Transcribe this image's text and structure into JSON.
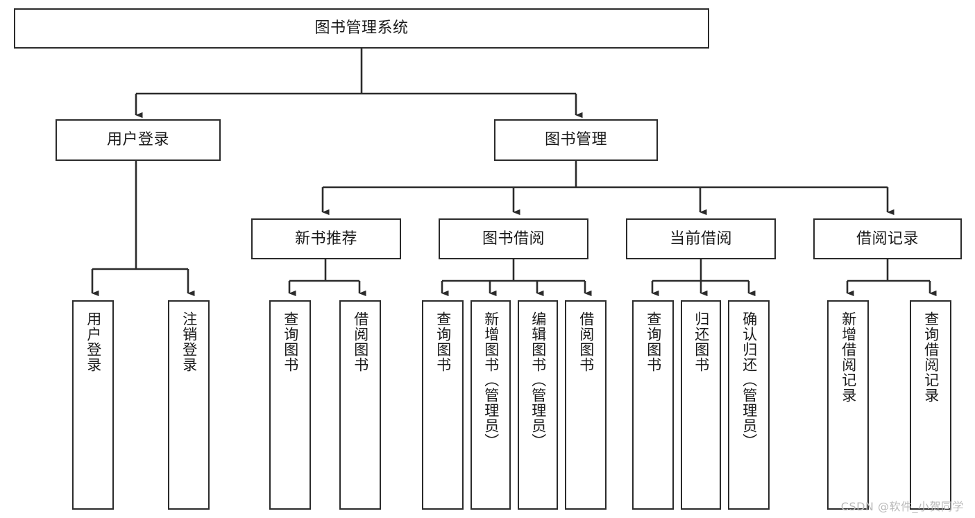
{
  "diagram": {
    "type": "tree-hierarchy",
    "title": "图书管理系统",
    "watermark": "CSDN @软件_小贺同学",
    "colors": {
      "stroke": "#2b2b2b",
      "fill": "#ffffff",
      "text": "#1a1a1a",
      "watermark": "#b9b9b9"
    },
    "nodes": {
      "root": {
        "label": "图书管理系统",
        "orientation": "horizontal"
      },
      "level2": [
        {
          "id": "user-login",
          "label": "用户登录",
          "orientation": "horizontal"
        },
        {
          "id": "book-manage",
          "label": "图书管理",
          "orientation": "horizontal"
        }
      ],
      "level3": [
        {
          "id": "new-book-recommend",
          "label": "新书推荐",
          "orientation": "horizontal"
        },
        {
          "id": "book-borrow",
          "label": "图书借阅",
          "orientation": "horizontal"
        },
        {
          "id": "current-borrow",
          "label": "当前借阅",
          "orientation": "horizontal"
        },
        {
          "id": "borrow-record",
          "label": "借阅记录",
          "orientation": "horizontal"
        }
      ],
      "leaves": [
        {
          "id": "leaf-user-login",
          "label": "用户登录",
          "parent": "user-login",
          "orientation": "vertical"
        },
        {
          "id": "leaf-logout",
          "label": "注销登录",
          "parent": "user-login",
          "orientation": "vertical"
        },
        {
          "id": "leaf-query-book-1",
          "label": "查询图书",
          "parent": "new-book-recommend",
          "orientation": "vertical"
        },
        {
          "id": "leaf-borrow-book-1",
          "label": "借阅图书",
          "parent": "new-book-recommend",
          "orientation": "vertical"
        },
        {
          "id": "leaf-query-book-2",
          "label": "查询图书",
          "parent": "book-borrow",
          "orientation": "vertical"
        },
        {
          "id": "leaf-add-book",
          "label": "新增图书（管理员）",
          "parent": "book-borrow",
          "orientation": "vertical"
        },
        {
          "id": "leaf-edit-book",
          "label": "编辑图书（管理员）",
          "parent": "book-borrow",
          "orientation": "vertical"
        },
        {
          "id": "leaf-borrow-book-2",
          "label": "借阅图书",
          "parent": "book-borrow",
          "orientation": "vertical"
        },
        {
          "id": "leaf-query-book-3",
          "label": "查询图书",
          "parent": "current-borrow",
          "orientation": "vertical"
        },
        {
          "id": "leaf-return-book",
          "label": "归还图书",
          "parent": "current-borrow",
          "orientation": "vertical"
        },
        {
          "id": "leaf-confirm-return",
          "label": "确认归还（管理员）",
          "parent": "current-borrow",
          "orientation": "vertical"
        },
        {
          "id": "leaf-add-record",
          "label": "新增借阅记录",
          "parent": "borrow-record",
          "orientation": "vertical"
        },
        {
          "id": "leaf-query-record",
          "label": "查询借阅记录",
          "parent": "borrow-record",
          "orientation": "vertical"
        }
      ]
    }
  }
}
